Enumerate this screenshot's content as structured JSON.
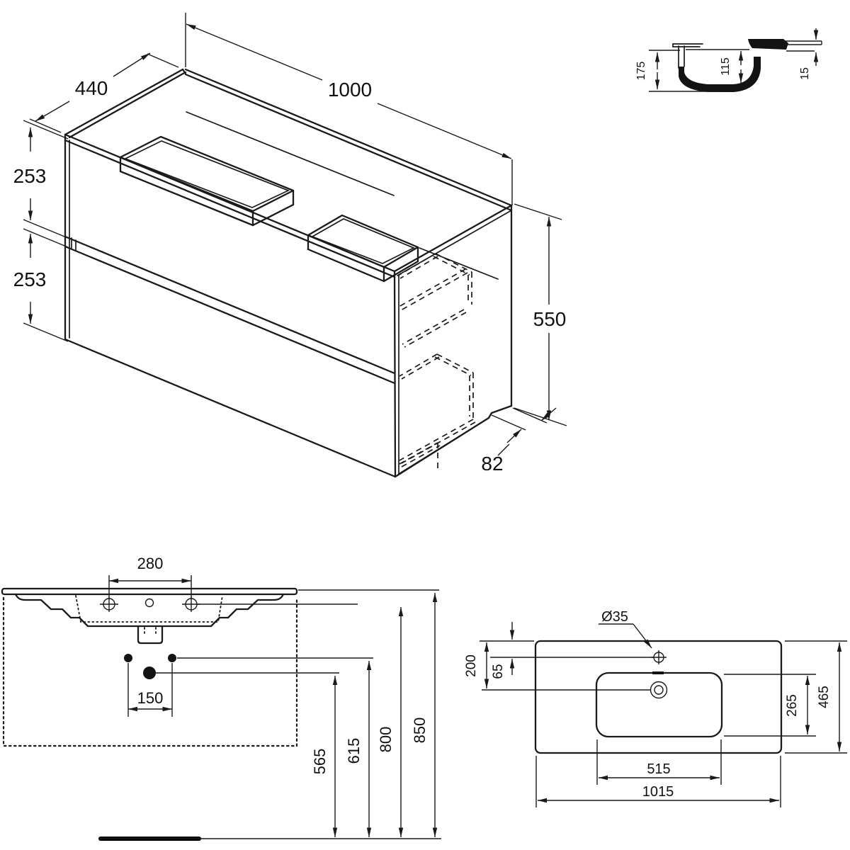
{
  "iso": {
    "width": "1000",
    "depth": "440",
    "upper_drawer_height": "253",
    "lower_drawer_height": "253",
    "body_height": "550",
    "rear_bottom_recess": "82"
  },
  "basin_section": {
    "total_height": "175",
    "bowl_inner_depth": "115",
    "rim_thickness": "15"
  },
  "basin_front": {
    "tap_hole_spacing": "280",
    "drain_offset": "150",
    "height_565": "565",
    "height_615": "615",
    "height_800": "800",
    "height_850": "850"
  },
  "basin_top": {
    "tap_hole_diameter": "Ø35",
    "drain_from_rear": "200",
    "tap_from_rear": "65",
    "bowl_front_back": "265",
    "overall_depth": "465",
    "bowl_width": "515",
    "overall_width": "1015"
  }
}
